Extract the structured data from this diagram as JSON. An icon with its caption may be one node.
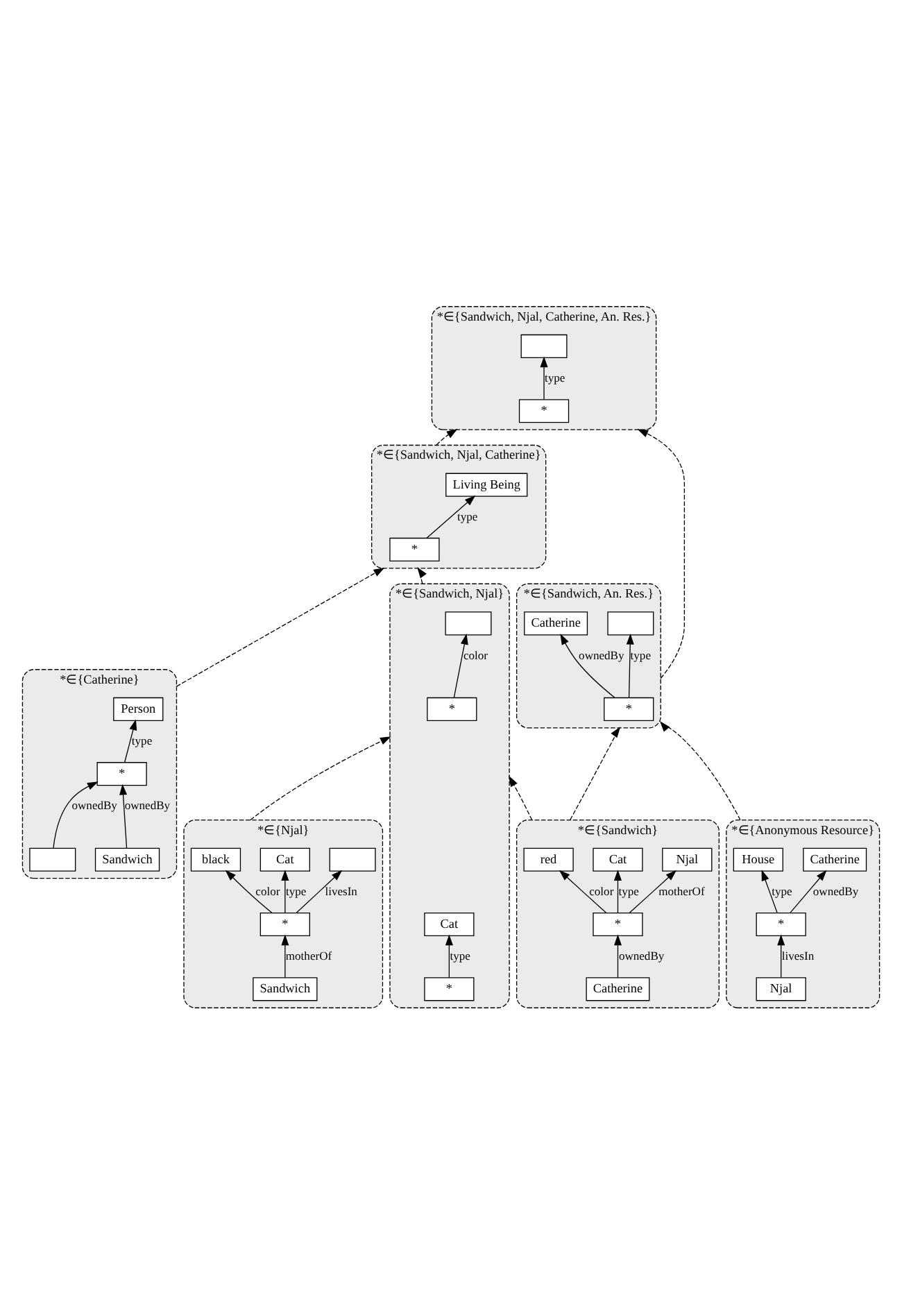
{
  "diagram": {
    "nodes": [
      {
        "text": [],
        "shape": "box",
        "beside": [
          "*∈{Sandwich, Njal, Catherine, An. Res.}"
        ]
      },
      {
        "text": [
          "*"
        ],
        "in": 0
      },
      {
        "text": [],
        "shape": "box",
        "in": 0
      },
      {
        "text": [],
        "shape": "box",
        "beside": [
          "*∈{Sandwich, Njal, Catherine}"
        ]
      },
      {
        "text": [
          "*"
        ],
        "in": 3
      },
      {
        "text": [
          "Living Being"
        ],
        "in": 3
      },
      {
        "text": [],
        "shape": "box",
        "beside": [
          "*∈{Sandwich, An. Res.}"
        ]
      },
      {
        "text": [
          "*"
        ],
        "in": 6
      },
      {
        "text": [
          "Catherine"
        ],
        "in": 6
      },
      {
        "text": [],
        "shape": "box",
        "in": 6
      },
      {
        "text": [],
        "shape": "box",
        "beside": [
          "*∈{Sandwich, Njal}"
        ]
      },
      {
        "text": [
          "*"
        ],
        "in": 10
      },
      {
        "text": [],
        "shape": "box",
        "in": 10
      },
      {
        "text": [
          "*"
        ],
        "in": 10
      },
      {
        "text": [
          "Cat"
        ],
        "in": 10
      },
      {
        "text": [],
        "shape": "box",
        "beside": [
          "*∈{Sandwich}"
        ]
      },
      {
        "text": [
          "red"
        ],
        "in": 15
      },
      {
        "text": [
          "Cat"
        ],
        "in": 15
      },
      {
        "text": [
          "*"
        ],
        "in": 15
      },
      {
        "text": [
          "Njal"
        ],
        "in": 15
      },
      {
        "text": [
          "Catherine"
        ],
        "in": 15
      },
      {
        "text": [],
        "shape": "box",
        "beside": [
          "*∈{Njal}"
        ]
      },
      {
        "text": [
          "black"
        ],
        "in": 21
      },
      {
        "text": [
          "Cat"
        ],
        "in": 21
      },
      {
        "text": [
          "*"
        ],
        "in": 21
      },
      {
        "text": [],
        "shape": "box",
        "in": 21
      },
      {
        "text": [
          "Sandwich"
        ],
        "in": 21
      },
      {
        "text": [],
        "shape": "box",
        "beside": [
          "*∈{Catherine}"
        ]
      },
      {
        "text": [
          "Person"
        ],
        "in": 27
      },
      {
        "text": [
          "Sandwich"
        ],
        "in": 27
      },
      {
        "text": [
          "*"
        ],
        "in": 27
      },
      {
        "text": [],
        "shape": "box",
        "in": 27
      },
      {
        "text": [],
        "shape": "box",
        "beside": [
          "*∈{Anonymous Resource}"
        ]
      },
      {
        "text": [
          "House"
        ],
        "in": 32
      },
      {
        "text": [
          "Catherine"
        ],
        "in": 32
      },
      {
        "text": [
          "*"
        ],
        "in": 32
      },
      {
        "text": [
          "Njal"
        ],
        "in": 32
      }
    ],
    "edges": [
      {
        "from": 1,
        "to": 2,
        "arrow": "to",
        "label": "type"
      },
      {
        "from": 4,
        "to": 5,
        "arrow": "to",
        "label": "type"
      },
      {
        "from": 7,
        "to": 8,
        "arrow": "to",
        "label": "ownedBy"
      },
      {
        "from": 7,
        "to": 9,
        "arrow": "to",
        "label": "type"
      },
      {
        "from": 11,
        "to": 12,
        "arrow": "to",
        "label": "color"
      },
      {
        "from": 13,
        "to": 14,
        "arrow": "to",
        "label": "type"
      },
      {
        "from": 18,
        "to": 16,
        "arrow": "to",
        "label": "color"
      },
      {
        "from": 18,
        "to": 17,
        "arrow": "to",
        "label": "type"
      },
      {
        "from": 18,
        "to": 19,
        "arrow": "to",
        "label": "motherOf"
      },
      {
        "from": 20,
        "to": 18,
        "arrow": "to",
        "label": "ownedBy"
      },
      {
        "from": 24,
        "to": 22,
        "arrow": "to",
        "label": "color"
      },
      {
        "from": 24,
        "to": 23,
        "arrow": "to",
        "label": "type"
      },
      {
        "from": 24,
        "to": 25,
        "arrow": "to",
        "label": "livesIn"
      },
      {
        "from": 26,
        "to": 24,
        "arrow": "to",
        "label": "motherOf"
      },
      {
        "from": 30,
        "to": 28,
        "arrow": "to",
        "label": "type"
      },
      {
        "from": 29,
        "to": 30,
        "arrow": "to",
        "label": "ownedBy"
      },
      {
        "from": 31,
        "to": 30,
        "arrow": "to",
        "label": "ownedBy"
      },
      {
        "from": 35,
        "to": 33,
        "arrow": "to",
        "label": "type"
      },
      {
        "from": 35,
        "to": 34,
        "arrow": "to",
        "label": "ownedBy"
      },
      {
        "from": 36,
        "to": 35,
        "arrow": "to",
        "label": "livesIn"
      },
      {
        "from": 6,
        "to": 0,
        "arrow": "to",
        "style": "dashed"
      },
      {
        "from": 3,
        "to": 0,
        "arrow": "to",
        "style": "dashed"
      },
      {
        "from": 10,
        "to": 3,
        "arrow": "to",
        "style": "dashed"
      },
      {
        "from": 15,
        "to": 6,
        "arrow": "to",
        "style": "dashed"
      },
      {
        "from": 15,
        "to": 10,
        "arrow": "to",
        "style": "dashed"
      },
      {
        "from": 21,
        "to": 10,
        "arrow": "to",
        "style": "dashed"
      },
      {
        "from": 27,
        "to": 3,
        "arrow": "to",
        "style": "dashed"
      },
      {
        "from": 32,
        "to": 6,
        "arrow": "to",
        "style": "dashed"
      }
    ]
  }
}
